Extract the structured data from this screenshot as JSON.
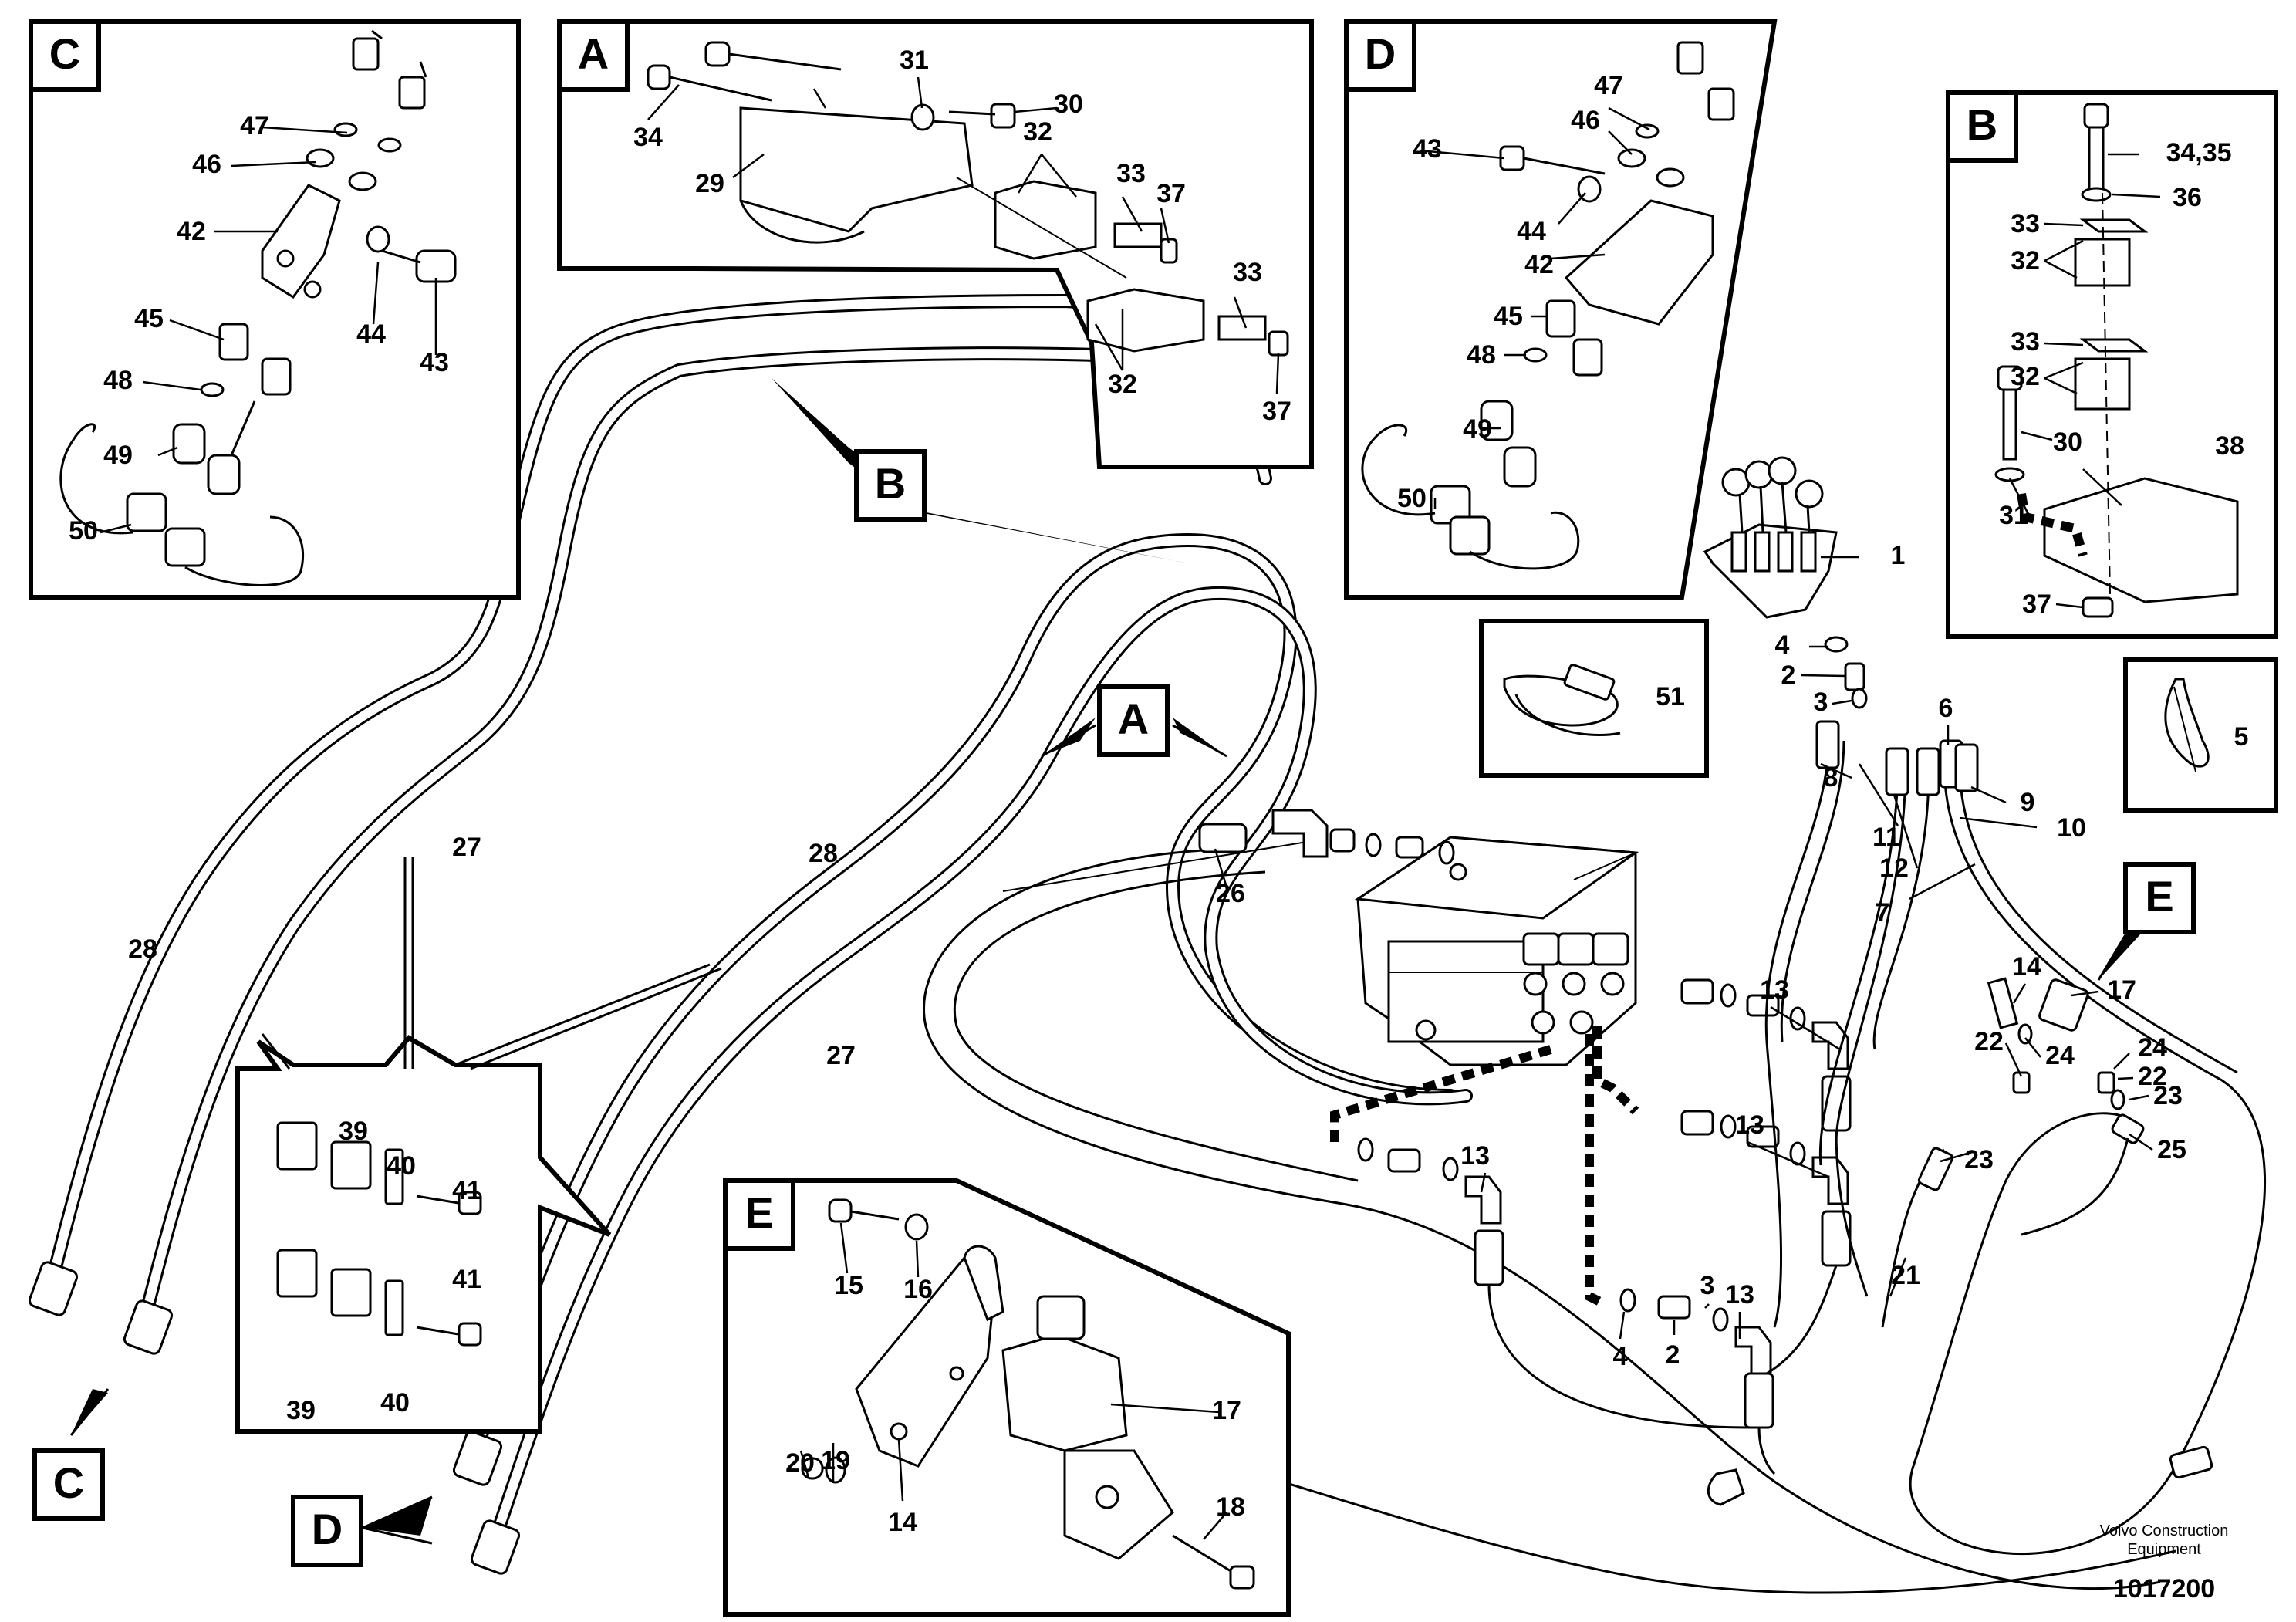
{
  "views": {
    "A": "A",
    "B": "B",
    "C": "C",
    "D": "D",
    "E": "E"
  },
  "callouts": {
    "c1": "1",
    "c2a": "2",
    "c2b": "2",
    "c3a": "3",
    "c3b": "3",
    "c4a": "4",
    "c4b": "4",
    "c5": "5",
    "c6": "6",
    "c7": "7",
    "c8": "8",
    "c9": "9",
    "c10": "10",
    "c11": "11",
    "c12": "12",
    "c13a": "13",
    "c13b": "13",
    "c13c": "13",
    "c13d": "13",
    "c14a": "14",
    "c14b": "14",
    "c15": "15",
    "c16": "16",
    "c17a": "17",
    "c17b": "17",
    "c18": "18",
    "c19": "19",
    "c20": "20",
    "c21": "21",
    "c22a": "22",
    "c22b": "22",
    "c23a": "23",
    "c23b": "23",
    "c24a": "24",
    "c24b": "24",
    "c25": "25",
    "c26": "26",
    "c27a": "27",
    "c27b": "27",
    "c28a": "28",
    "c28b": "28",
    "c29": "29",
    "c30a": "30",
    "c30b": "30",
    "c31a": "31",
    "c31b": "31",
    "c32a": "32",
    "c32b": "32",
    "c32c": "32",
    "c32d": "32",
    "c33a": "33",
    "c33b": "33",
    "c33c": "33",
    "c33d": "33",
    "c34": "34",
    "c3435": "34,35",
    "c36": "36",
    "c37a": "37",
    "c37b": "37",
    "c37c": "37",
    "c38": "38",
    "c39a": "39",
    "c39b": "39",
    "c40a": "40",
    "c40b": "40",
    "c41a": "41",
    "c41b": "41",
    "c42a": "42",
    "c42b": "42",
    "c43a": "43",
    "c43b": "43",
    "c44a": "44",
    "c44b": "44",
    "c45a": "45",
    "c45b": "45",
    "c46a": "46",
    "c46b": "46",
    "c47a": "47",
    "c47b": "47",
    "c48a": "48",
    "c48b": "48",
    "c49a": "49",
    "c49b": "49",
    "c50a": "50",
    "c50b": "50",
    "c51": "51"
  },
  "footer": {
    "company_line1": "Volvo Construction",
    "company_line2": "Equipment",
    "drawing_number": "1017200"
  }
}
